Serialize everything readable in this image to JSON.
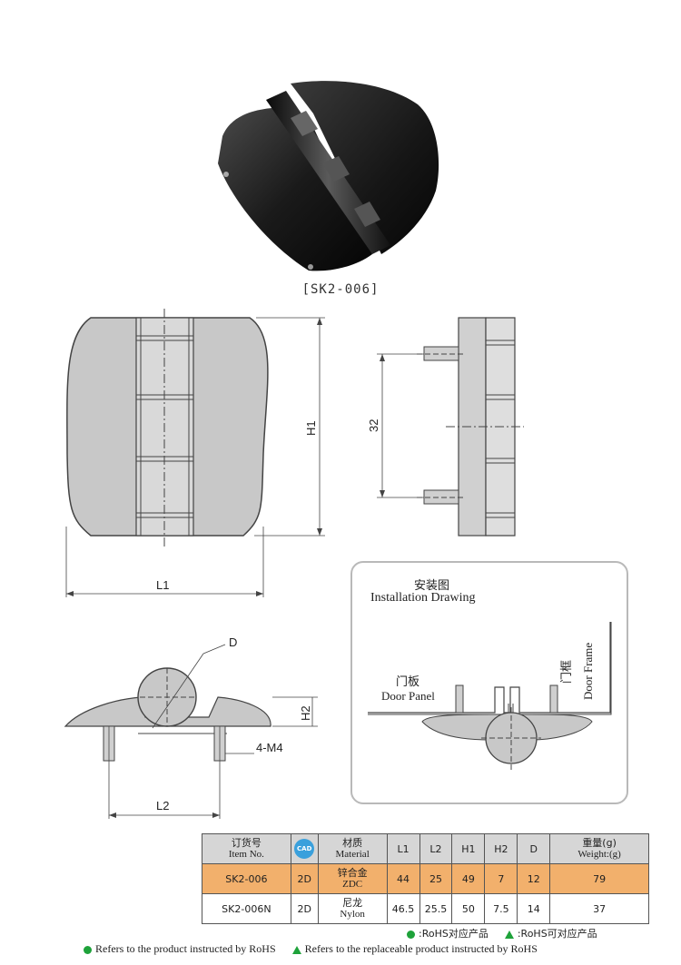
{
  "product": {
    "model_caption": "[SK2-006]"
  },
  "dimensions": {
    "L1": "L1",
    "H1": "H1",
    "pitch": "32",
    "D": "D",
    "H2": "H2",
    "L2": "L2",
    "thread": "4-M4"
  },
  "installation": {
    "title_cn": "安装图",
    "title_en": "Installation Drawing",
    "door_panel_cn": "门板",
    "door_panel_en": "Door Panel",
    "door_frame_cn": "门框",
    "door_frame_en": "Door Frame"
  },
  "table": {
    "headers": [
      {
        "cn": "订货号",
        "en": "Item No."
      },
      {
        "cn": "",
        "en": ""
      },
      {
        "cn": "材质",
        "en": "Material"
      },
      {
        "cn": "L1",
        "en": ""
      },
      {
        "cn": "L2",
        "en": ""
      },
      {
        "cn": "H1",
        "en": ""
      },
      {
        "cn": "H2",
        "en": ""
      },
      {
        "cn": "D",
        "en": ""
      },
      {
        "cn": "重量(g)",
        "en": "Weight:(g)"
      }
    ],
    "cad_label": "CAD",
    "rows": [
      {
        "item": "SK2-006",
        "cad": "2D",
        "mat_cn": "锌合金",
        "mat_en": "ZDC",
        "L1": "44",
        "L2": "25",
        "H1": "49",
        "H2": "7",
        "D": "12",
        "weight": "79"
      },
      {
        "item": "SK2-006N",
        "cad": "2D",
        "mat_cn": "尼龙",
        "mat_en": "Nylon",
        "L1": "46.5",
        "L2": "25.5",
        "H1": "50",
        "H2": "7.5",
        "D": "14",
        "weight": "37"
      }
    ]
  },
  "legend": {
    "rohs_cn": ":RoHS对应产品",
    "rohs_replaceable_cn": ":RoHS可对应产品",
    "rohs_en": "Refers to the product instructed by RoHS",
    "rohs_replaceable_en": "Refers to the replaceable product instructed by RoHS",
    "colors": {
      "green": "#1ea23a",
      "highlight_row": "#f2b06c"
    }
  }
}
